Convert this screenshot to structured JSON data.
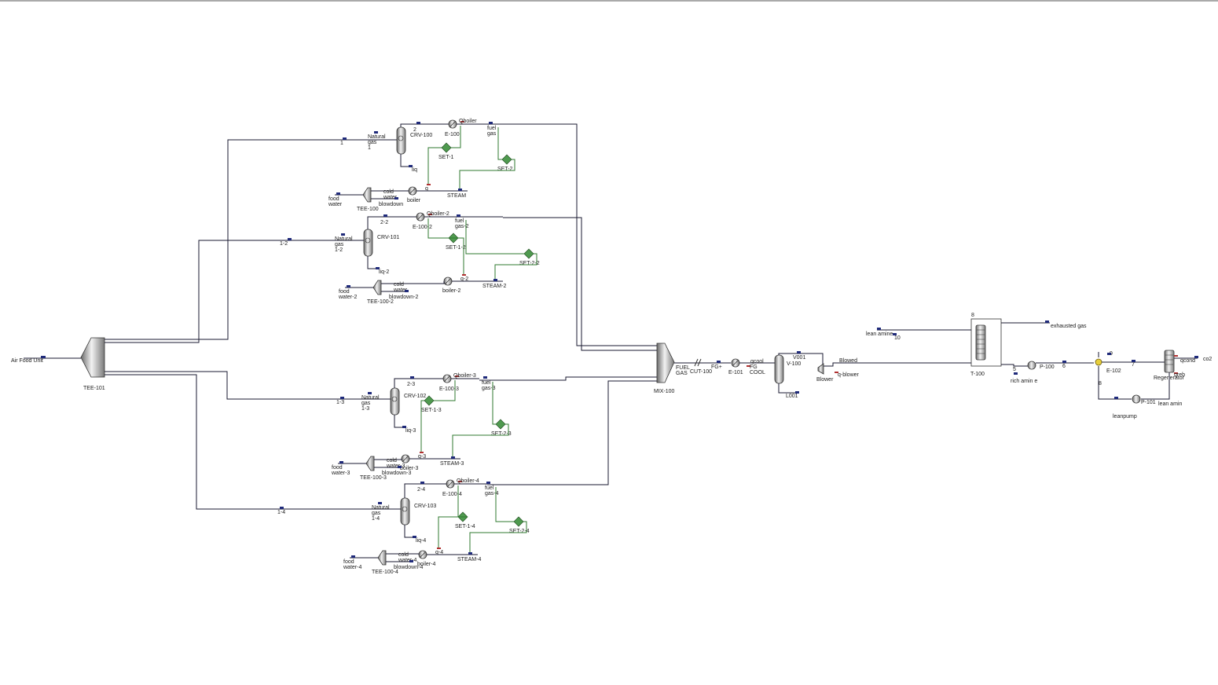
{
  "feed": {
    "label": "Air\nFood\nUnit"
  },
  "splitter": {
    "label": "TEE-101"
  },
  "streams": {
    "s1": "1",
    "s12": "1-2",
    "s13": "1-3",
    "s14": "1-4"
  },
  "trains": [
    {
      "crv": "CRV-100",
      "exchanger": "E-100",
      "q_stream": "Qboiler",
      "fuel_gas": "fuel\ngas",
      "out_stream": "2",
      "liquid": "liq",
      "natural_gas": "Natural\ngas\n1",
      "set1": "SET-1",
      "set2": "SET-2",
      "boiler": "boiler",
      "q_small": "q",
      "steam": "STEAM",
      "feed_water": "food\nwater",
      "tee": "TEE-100",
      "cold_water": "cold\nwater",
      "blowdown": "blowdown"
    },
    {
      "crv": "CRV-101",
      "exchanger": "E-100-2",
      "q_stream": "Qboiler-2",
      "fuel_gas": "fuel\ngas-2",
      "out_stream": "2-2",
      "liquid": "liq-2",
      "natural_gas": "Natural\ngas\n1-2",
      "set1": "SET-1-2",
      "set2": "SET-2-2",
      "boiler": "boiler-2",
      "q_small": "q-2",
      "steam": "STEAM-2",
      "feed_water": "food\nwater-2",
      "tee": "TEE-100-2",
      "cold_water": "cold\nwater",
      "blowdown": "blowdown-2"
    },
    {
      "crv": "CRV-102",
      "exchanger": "E-100-3",
      "q_stream": "Qboiler-3",
      "fuel_gas": "fuel\ngas-3",
      "out_stream": "2-3",
      "liquid": "liq-3",
      "natural_gas": "Natural\ngas\n1-3",
      "set1": "SET-1-3",
      "set2": "SET-2-3",
      "boiler": "boiler-3",
      "q_small": "q-3",
      "steam": "STEAM-3",
      "feed_water": "food\nwater-3",
      "tee": "TEE-100-3",
      "cold_water": "cold\nwater-3",
      "blowdown": "blowdown-3"
    },
    {
      "crv": "CRV-103",
      "exchanger": "E-100-4",
      "q_stream": "Qboiler-4",
      "fuel_gas": "fuel\ngas-4",
      "out_stream": "2-4",
      "liquid": "liq-4",
      "natural_gas": "Natural\ngas\n1-4",
      "set1": "SET-1-4",
      "set2": "SET-2-4",
      "boiler": "boiler-4",
      "q_small": "q-4",
      "steam": "STEAM-4",
      "feed_water": "food\nwater-4",
      "tee": "TEE-100-4",
      "cold_water": "cold\nwater-4",
      "blowdown": "blowdown-4"
    }
  ],
  "mixer": {
    "label": "MIX-100",
    "outlet": "FUEL\nGAS"
  },
  "cut": {
    "label": "CUT-100",
    "stream": "FG+"
  },
  "cooler": {
    "label": "E-101",
    "q": "qcool",
    "out": "FG\nCOOL"
  },
  "separator": {
    "label": "V-100",
    "vapour": "V001",
    "liquid": "L001"
  },
  "blower": {
    "label": "Blower",
    "out": "Blowed",
    "q": "q-blower"
  },
  "absorber": {
    "label": "T-100",
    "lean_in": "lean\namine",
    "lean_stream": "10",
    "top_feed": "8",
    "gas_out": "exhausted\ngas",
    "rich_out": "rich\namin\ne"
  },
  "pump1": {
    "label": "P-100",
    "in": "5",
    "out": "6"
  },
  "exchanger2": {
    "label": "E-102",
    "s9": "9",
    "s7": "7",
    "s8": "8"
  },
  "regenerator": {
    "label": "Regenerator",
    "qcond": "qcond",
    "qreb": "qreb",
    "co2": "co2",
    "lean": "lean\namin"
  },
  "pump2": {
    "label": "P-101",
    "out": "leanpump"
  }
}
